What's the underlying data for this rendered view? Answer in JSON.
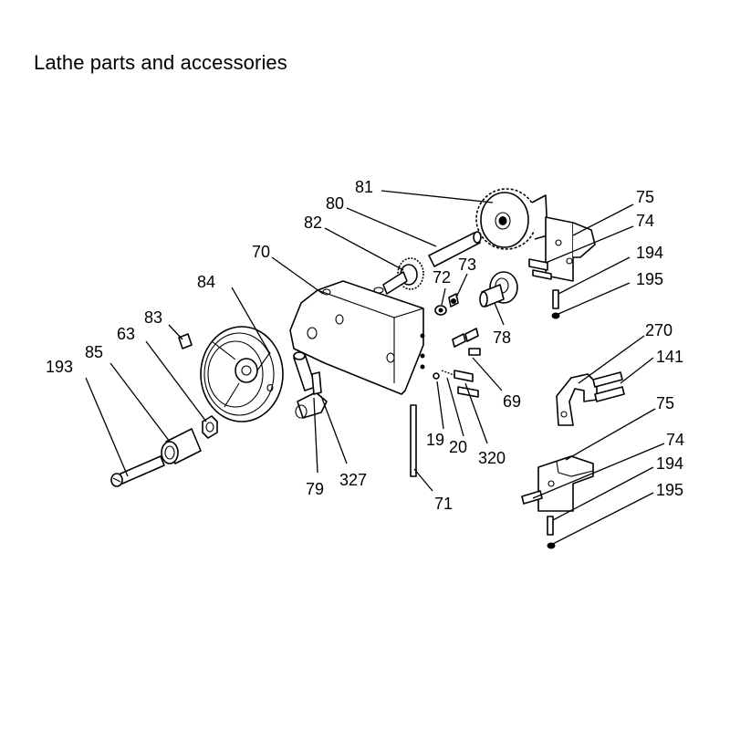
{
  "title": "Lathe parts and accessories",
  "callouts": [
    {
      "name": "callout-81",
      "text": "81"
    },
    {
      "name": "callout-80",
      "text": "80"
    },
    {
      "name": "callout-82",
      "text": "82"
    },
    {
      "name": "callout-70",
      "text": "70"
    },
    {
      "name": "callout-73",
      "text": "73"
    },
    {
      "name": "callout-72",
      "text": "72"
    },
    {
      "name": "callout-84",
      "text": "84"
    },
    {
      "name": "callout-83",
      "text": "83"
    },
    {
      "name": "callout-63",
      "text": "63"
    },
    {
      "name": "callout-85",
      "text": "85"
    },
    {
      "name": "callout-193",
      "text": "193"
    },
    {
      "name": "callout-78",
      "text": "78"
    },
    {
      "name": "callout-69",
      "text": "69"
    },
    {
      "name": "callout-19",
      "text": "19"
    },
    {
      "name": "callout-20",
      "text": "20"
    },
    {
      "name": "callout-320",
      "text": "320"
    },
    {
      "name": "callout-79",
      "text": "79"
    },
    {
      "name": "callout-327",
      "text": "327"
    },
    {
      "name": "callout-71",
      "text": "71"
    },
    {
      "name": "callout-75-top",
      "text": "75"
    },
    {
      "name": "callout-74-top",
      "text": "74"
    },
    {
      "name": "callout-194-top",
      "text": "194"
    },
    {
      "name": "callout-195-top",
      "text": "195"
    },
    {
      "name": "callout-270",
      "text": "270"
    },
    {
      "name": "callout-141",
      "text": "141"
    },
    {
      "name": "callout-75-bottom",
      "text": "75"
    },
    {
      "name": "callout-74-bottom",
      "text": "74"
    },
    {
      "name": "callout-194-bottom",
      "text": "194"
    },
    {
      "name": "callout-195-bottom",
      "text": "195"
    }
  ]
}
